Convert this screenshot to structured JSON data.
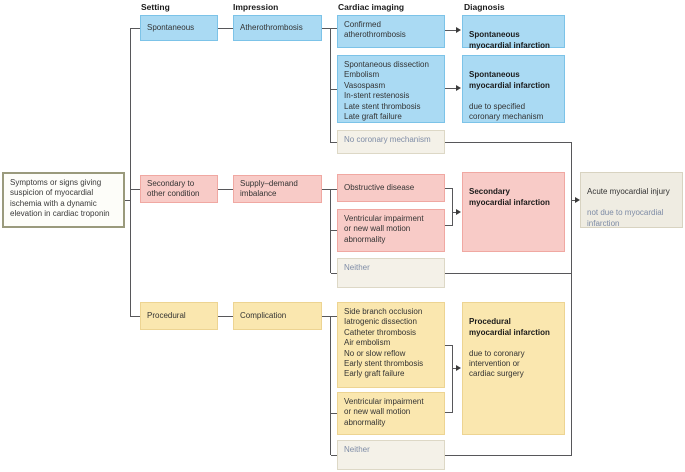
{
  "headers": {
    "setting": "Setting",
    "impression": "Impression",
    "cardiac_imaging": "Cardiac imaging",
    "diagnosis": "Diagnosis"
  },
  "source": {
    "text": "Symptoms or signs giving\nsuspicion of myocardial\nischemia with a dynamic\nelevation in cardiac troponin"
  },
  "groups": {
    "spontaneous": {
      "setting": "Spontaneous",
      "impression": "Atherothrombosis",
      "imaging_confirmed": "Confirmed\natherothrombosis",
      "imaging_mechanisms": "Spontaneous dissection\nEmbolism\nVasospasm\nIn-stent restenosis\nLate stent thrombosis\nLate graft failure",
      "imaging_none": "No coronary mechanism",
      "diagnosis_confirmed_bold": "Spontaneous\nmyocardial infarction",
      "diagnosis_mechanism_bold": "Spontaneous\nmyocardial infarction",
      "diagnosis_mechanism_rest": "due to specified\ncoronary mechanism"
    },
    "secondary": {
      "setting": "Secondary to\nother condition",
      "impression": "Supply–demand\nimbalance",
      "imaging_obstructive": "Obstructive disease",
      "imaging_ventricular": "Ventricular impairment\nor new wall motion\nabnormality",
      "imaging_none": "Neither",
      "diagnosis_bold": "Secondary\nmyocardial infarction"
    },
    "procedural": {
      "setting": "Procedural",
      "impression": "Complication",
      "imaging_mechanisms": "Side branch occlusion\nIatrogenic dissection\nCatheter thrombosis\nAir embolism\nNo or slow reflow\nEarly stent thrombosis\nEarly graft failure",
      "imaging_ventricular": "Ventricular impairment\nor new wall motion\nabnormality",
      "imaging_none": "Neither",
      "diagnosis_bold": "Procedural\nmyocardial infarction",
      "diagnosis_rest": "due to coronary\nintervention or\ncardiac surgery"
    }
  },
  "no_mi_outcome": {
    "title": "Acute myocardial injury",
    "subtitle": "not due to myocardial\ninfarction"
  },
  "colors": {
    "spontaneous_fill": "#aadaf3",
    "spontaneous_border": "#7cc3e8",
    "secondary_fill": "#f8cbc7",
    "secondary_border": "#f0a8a2",
    "procedural_fill": "#fae7af",
    "procedural_border": "#edd492",
    "neutral_fill": "#f4f1e8",
    "neutral_border": "#ddd8c6",
    "source_border": "#9a9a7c",
    "muted_text": "#7e8ca6",
    "connector_line": "#57575a"
  }
}
